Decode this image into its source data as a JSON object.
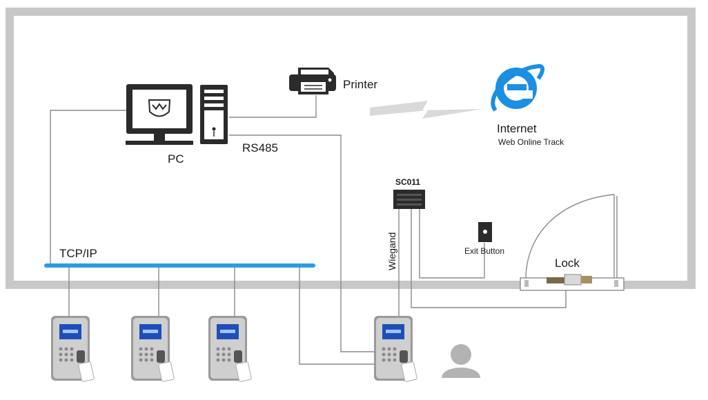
{
  "labels": {
    "pc": "PC",
    "rs485": "RS485",
    "printer": "Printer",
    "internet": "Internet",
    "web_online_track": "Web Online Track",
    "tcpip": "TCP/IP",
    "sc011": "SC011",
    "wiegand": "Wiegand",
    "exit_button": "Exit Button",
    "lock": "Lock"
  },
  "colors": {
    "wall": "#c8c8c8",
    "tcpip_bus": "#2f9be6",
    "wire": "#8a8a8a",
    "device_dark": "#2b2b2b",
    "internet_blue": "#1a8fe3",
    "lightning": "#d9d9d9",
    "person": "#b3b3b3"
  },
  "icons": {
    "pc": "monitor-icon",
    "tower": "computer-tower-icon",
    "printer": "printer-icon",
    "internet": "internet-explorer-icon",
    "controller": "access-controller-icon",
    "exit": "exit-button-icon",
    "lock": "door-lock-icon",
    "terminal": "fingerprint-terminal-icon",
    "person": "person-icon"
  }
}
